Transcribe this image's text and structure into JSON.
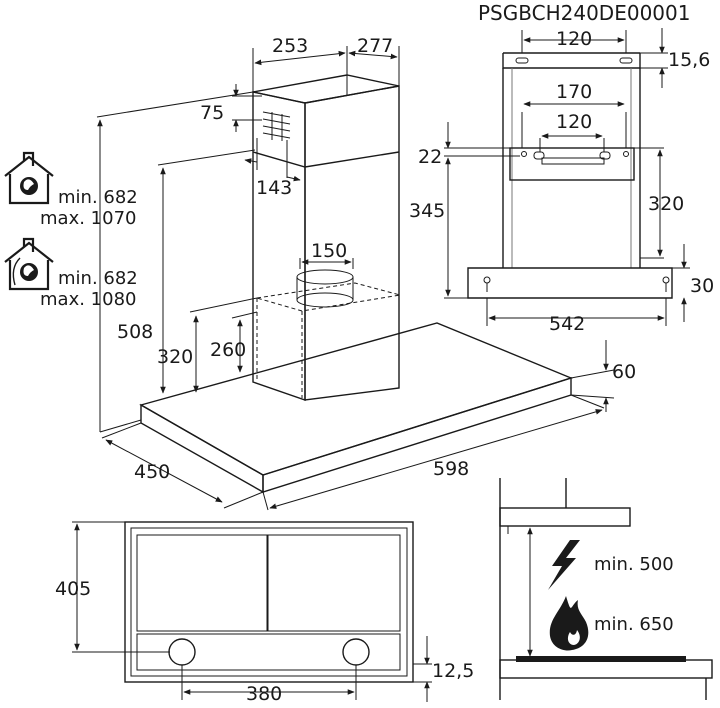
{
  "product_code": "PSGBCH240DE00001",
  "side_view": {
    "top_width": "253",
    "top_depth": "277",
    "vent_offset": "75",
    "vent_inset": "143",
    "outlet_diameter": "150",
    "height_508": "508",
    "height_320": "320",
    "height_260": "260",
    "canopy_thickness": "60",
    "canopy_depth": "450",
    "canopy_width": "598"
  },
  "extraction_mode": {
    "icon": "house-extraction-icon",
    "min": "min. 682",
    "max": "max. 1070"
  },
  "recirculation_mode": {
    "icon": "house-recirculation-icon",
    "min": "min. 682",
    "max": "max. 1080"
  },
  "bracket_view": {
    "top_hole_spacing": "120",
    "top_offset": "15,6",
    "span_170": "170",
    "inner_120": "120",
    "offset_22": "22",
    "height_345": "345",
    "height_320": "320",
    "bottom_30": "30",
    "width_542": "542"
  },
  "bottom_view": {
    "depth": "405",
    "filter_spacing": "380",
    "edge_offset": "12,5"
  },
  "clearances": {
    "electric": {
      "icon": "electric-hob-icon",
      "label": "min. 500"
    },
    "gas": {
      "icon": "gas-flame-icon",
      "label": "min. 650"
    }
  }
}
